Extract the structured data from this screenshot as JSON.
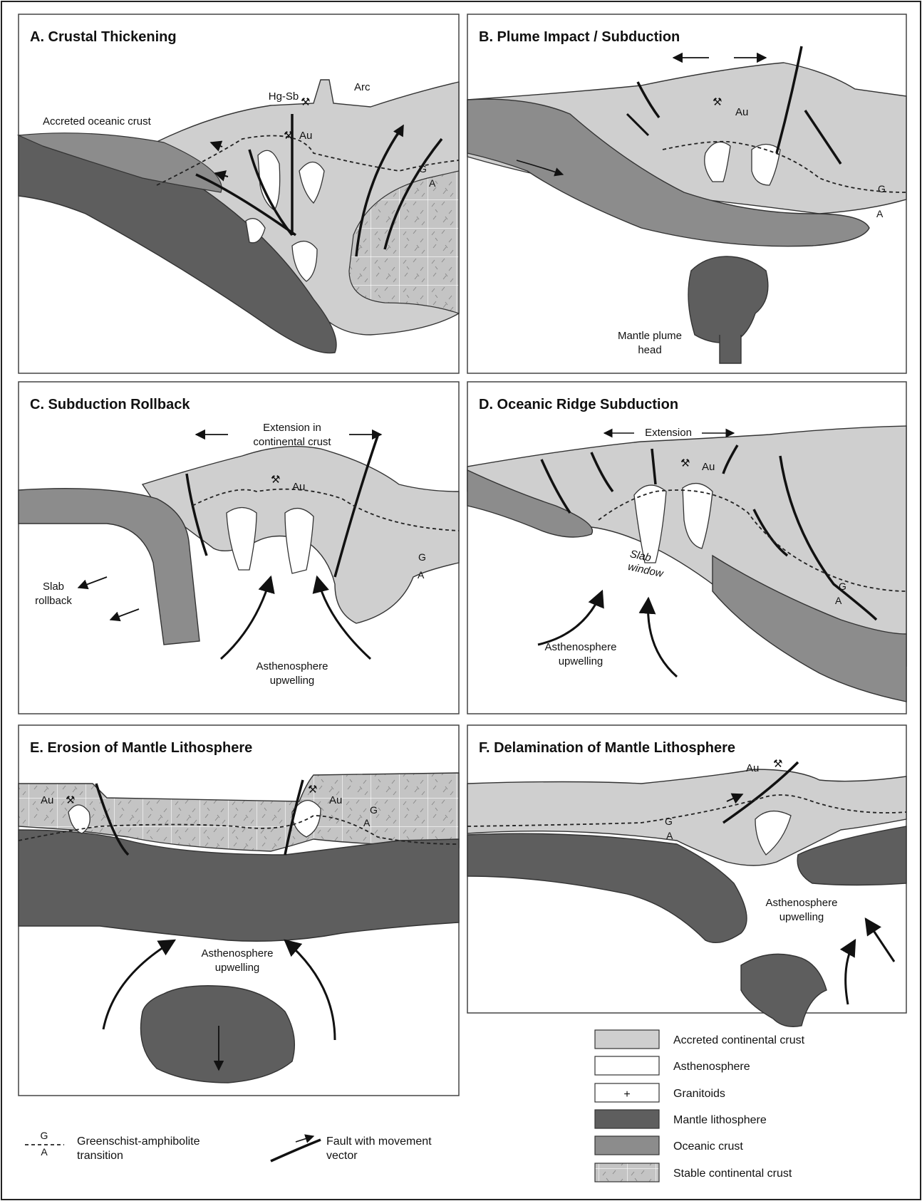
{
  "panels": {
    "a": {
      "title": "A. Crustal Thickening",
      "labels": {
        "hgsb": "Hg-Sb",
        "arc": "Arc",
        "accreted": "Accreted oceanic crust",
        "au": "Au",
        "g": "G",
        "a": "A"
      }
    },
    "b": {
      "title": "B. Plume Impact / Subduction",
      "labels": {
        "au": "Au",
        "plume1": "Mantle plume",
        "plume2": "head",
        "g": "G",
        "a": "A"
      }
    },
    "c": {
      "title": "C. Subduction Rollback",
      "labels": {
        "ext1": "Extension in",
        "ext2": "continental crust",
        "au": "Au",
        "slab1": "Slab",
        "slab2": "rollback",
        "asth1": "Asthenosphere",
        "asth2": "upwelling",
        "g": "G",
        "a": "A"
      }
    },
    "d": {
      "title": "D. Oceanic Ridge Subduction",
      "labels": {
        "ext": "Extension",
        "au": "Au",
        "slab1": "Slab",
        "slab2": "window",
        "asth1": "Asthenosphere",
        "asth2": "upwelling",
        "g": "G",
        "a": "A"
      }
    },
    "e": {
      "title": "E. Erosion of Mantle Lithosphere",
      "labels": {
        "au_left": "Au",
        "au_right": "Au",
        "asth1": "Asthenosphere",
        "asth2": "upwelling",
        "g": "G",
        "a": "A"
      }
    },
    "f": {
      "title": "F. Delamination of Mantle Lithosphere",
      "labels": {
        "au": "Au",
        "asth1": "Asthenosphere",
        "asth2": "upwelling",
        "g": "G",
        "a": "A"
      }
    }
  },
  "legend": {
    "accreted_continental_crust": "Accreted continental crust",
    "asthenosphere": "Asthenosphere",
    "granitoids": "Granitoids",
    "mantle_lithosphere": "Mantle lithosphere",
    "oceanic_crust": "Oceanic crust",
    "stable_continental_crust": "Stable continental crust",
    "ga_transition_1": "Greenschist-amphibolite",
    "ga_transition_2": "transition",
    "ga_g": "G",
    "ga_a": "A",
    "fault_1": "Fault with movement",
    "fault_2": "vector",
    "granitoid_symbol": "+"
  },
  "colors": {
    "accreted_continental_crust": "#cfcfcf",
    "asthenosphere": "#ffffff",
    "mantle_lithosphere": "#5e5e5e",
    "oceanic_crust": "#8c8c8c",
    "stable_continental_crust": "#c4c4c4",
    "outline": "#333333"
  }
}
